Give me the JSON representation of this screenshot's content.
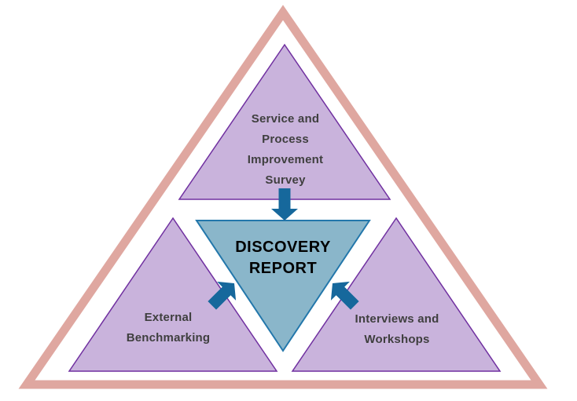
{
  "center": {
    "lines": [
      "DISCOVERY",
      "REPORT"
    ]
  },
  "sources": [
    {
      "id": "survey",
      "lines": [
        "Service and",
        "Process",
        "Improvement",
        "Survey"
      ]
    },
    {
      "id": "benchmarking",
      "lines": [
        "External",
        "Benchmarking"
      ]
    },
    {
      "id": "interviews",
      "lines": [
        "Interviews and",
        "Workshops"
      ]
    }
  ],
  "icons": [
    {
      "name": "arrow-down-icon",
      "meaning": "survey feeds into discovery report"
    },
    {
      "name": "arrow-up-right-icon",
      "meaning": "external benchmarking feeds into discovery report"
    },
    {
      "name": "arrow-up-left-icon",
      "meaning": "interviews and workshops feed into discovery report"
    }
  ],
  "colors": {
    "background": "#FFFFFF",
    "outer_border": "#DFA7A0",
    "purple_fill": "#C9B3DC",
    "purple_border": "#7030A0",
    "teal_fill": "#8AB6CA",
    "teal_border": "#2377AB",
    "arrow": "#16689C",
    "label_text": "#3F3F3F",
    "center_text": "#000000"
  }
}
